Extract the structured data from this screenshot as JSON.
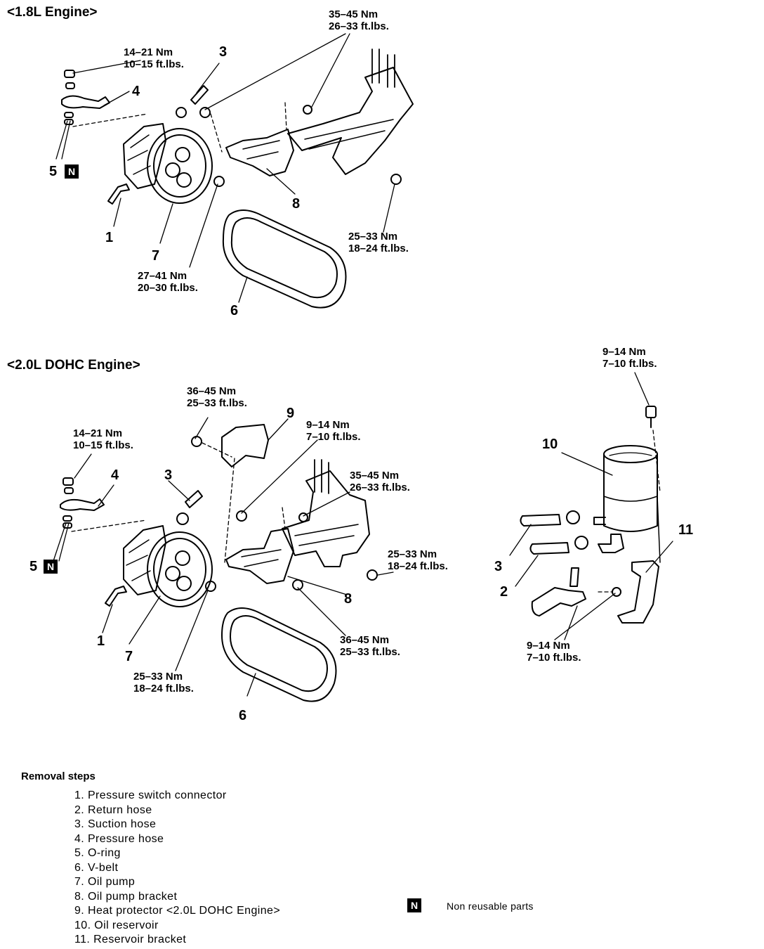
{
  "sections": {
    "top_title": "<1.8L Engine>",
    "bottom_title": "<2.0L DOHC Engine>"
  },
  "top": {
    "torque_35_45": [
      "35–45 Nm",
      "26–33 ft.lbs."
    ],
    "torque_14_21": [
      "14–21 Nm",
      "10–15 ft.lbs."
    ],
    "torque_25_33": [
      "25–33 Nm",
      "18–24 ft.lbs."
    ],
    "torque_27_41": [
      "27–41 Nm",
      "20–30 ft.lbs."
    ],
    "part_numbers": {
      "n1": "1",
      "n3": "3",
      "n4": "4",
      "n5": "5",
      "n6": "6",
      "n7": "7",
      "n8": "8"
    }
  },
  "bottom": {
    "torque_36_45": [
      "36–45 Nm",
      "25–33 ft.lbs."
    ],
    "torque_14_21": [
      "14–21 Nm",
      "10–15 ft.lbs."
    ],
    "torque_9_14_a": [
      "9–14 Nm",
      "7–10 ft.lbs."
    ],
    "torque_35_45": [
      "35–45 Nm",
      "26–33 ft.lbs."
    ],
    "torque_25_33_right": [
      "25–33 Nm",
      "18–24 ft.lbs."
    ],
    "torque_36_45_b": [
      "36–45 Nm",
      "25–33 ft.lbs."
    ],
    "torque_25_33_left": [
      "25–33 Nm",
      "18–24 ft.lbs."
    ],
    "part_numbers": {
      "n1": "1",
      "n3": "3",
      "n4": "4",
      "n5": "5",
      "n6": "6",
      "n7": "7",
      "n8": "8",
      "n9": "9"
    }
  },
  "reservoir": {
    "torque_top": [
      "9–14 Nm",
      "7–10 ft.lbs."
    ],
    "torque_bottom": [
      "9–14 Nm",
      "7–10 ft.lbs."
    ],
    "part_numbers": {
      "n2": "2",
      "n3": "3",
      "n10": "10",
      "n11": "11"
    }
  },
  "badge_letter": "N",
  "removal": {
    "title": "Removal steps",
    "steps": [
      "1. Pressure switch connector",
      "2. Return hose",
      "3. Suction hose",
      "4. Pressure hose",
      "5. O-ring",
      "6. V-belt",
      "7. Oil pump",
      "8. Oil pump bracket",
      "9. Heat protector <2.0L DOHC Engine>",
      "10. Oil reservoir",
      "11. Reservoir bracket"
    ]
  },
  "legend": {
    "badge": "N",
    "text": "Non reusable parts"
  }
}
